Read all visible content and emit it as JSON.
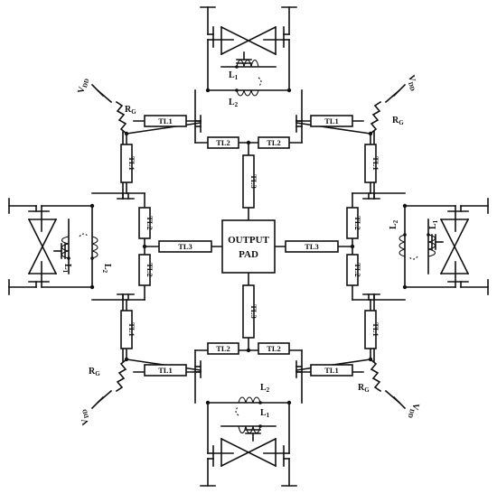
{
  "output_pad": {
    "line1": "OUTPUT",
    "line2": "PAD"
  },
  "tl": {
    "tl1": "TL1",
    "tl2": "TL2",
    "tl3": "TL3"
  },
  "supply": {
    "main": "V",
    "sub": "DD"
  },
  "resistor": {
    "main": "R",
    "sub": "G"
  },
  "inductor": {
    "l1_main": "L",
    "l1_sub": "1",
    "l2_main": "L",
    "l2_sub": "2"
  }
}
